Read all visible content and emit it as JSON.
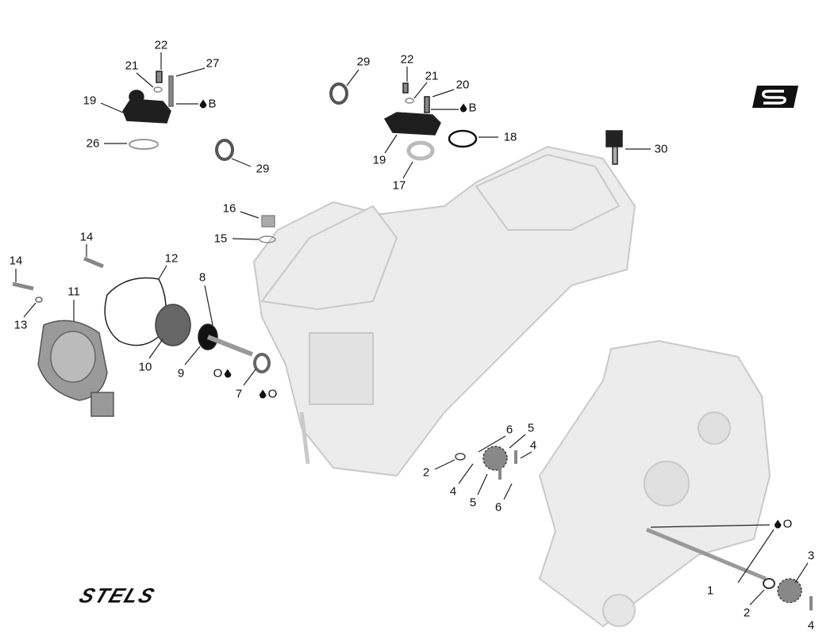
{
  "diagram": {
    "brand_logo": "STELS",
    "corner_logo": "S",
    "callouts": [
      "22",
      "21",
      "27",
      "19",
      "26",
      "29",
      "29",
      "22",
      "21",
      "20",
      "18",
      "19",
      "17",
      "30",
      "16",
      "15",
      "14",
      "12",
      "14",
      "8",
      "11",
      "13",
      "10",
      "9",
      "7",
      "6",
      "5",
      "2",
      "4",
      "4",
      "5",
      "6",
      "3",
      "1",
      "2",
      "4"
    ],
    "notes": {
      "b1": "B",
      "b2": "B",
      "o_9": "O",
      "o_7": "O",
      "o_1": "O"
    }
  }
}
